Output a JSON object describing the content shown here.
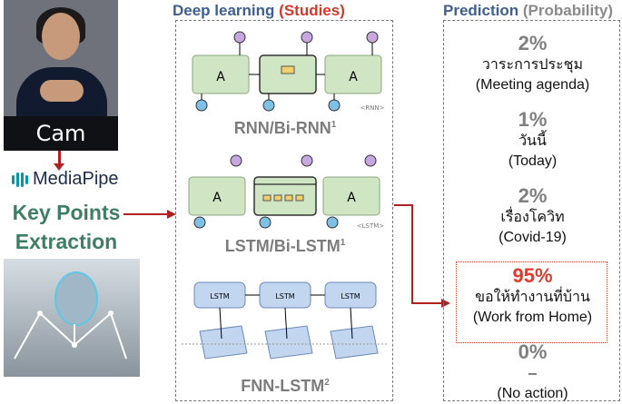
{
  "left": {
    "cam_label": "Cam",
    "mediapipe_label": "MediaPipe",
    "keypoints_line1": "Key Points",
    "keypoints_line2": "Extraction"
  },
  "middle": {
    "title_main": "Deep learning",
    "title_sub": "(Studies)",
    "models": [
      {
        "label": "RNN/Bi-RNN",
        "ref": "1"
      },
      {
        "label": "LSTM/Bi-LSTM",
        "ref": "1"
      },
      {
        "label": "FNN-LSTM",
        "ref": "2"
      }
    ],
    "rnn_tag": "<RNN>",
    "lstm_tag": "<LSTM>",
    "cell_label": "A",
    "fnn_cell": "LSTM"
  },
  "right": {
    "title_main": "Prediction",
    "title_sub": "(Probability)",
    "predictions": [
      {
        "pct": "2%",
        "thai": "วาระการประชุม",
        "en": "(Meeting agenda)"
      },
      {
        "pct": "1%",
        "thai": "วันนี้",
        "en": "(Today)"
      },
      {
        "pct": "2%",
        "thai": "เรื่องโควิท",
        "en": "(Covid-19)"
      },
      {
        "pct": "95%",
        "thai": "ขอให้ทำงานที่บ้าน",
        "en": "(Work from Home)"
      },
      {
        "pct": "0%",
        "thai": "–",
        "en": "(No action)"
      }
    ]
  },
  "colors": {
    "accent_blue": "#3e5e94",
    "accent_red": "#d23a2a",
    "green": "#3e7d66",
    "arrow": "#b22121"
  }
}
